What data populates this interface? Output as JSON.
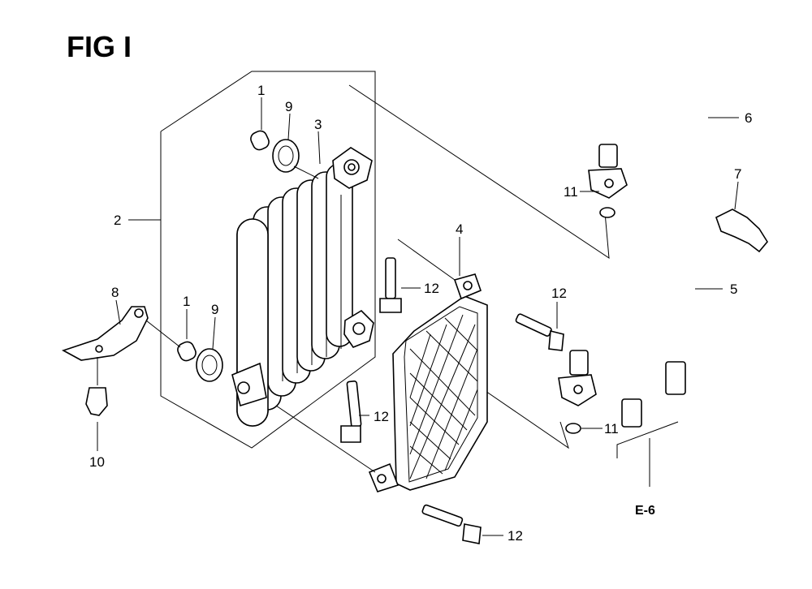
{
  "title": "FIG I",
  "reference": "E-6",
  "callouts": [
    "1",
    "9",
    "3",
    "2",
    "8",
    "1",
    "9",
    "10",
    "12",
    "12",
    "4",
    "12",
    "11",
    "6",
    "7",
    "5",
    "11",
    "12"
  ]
}
